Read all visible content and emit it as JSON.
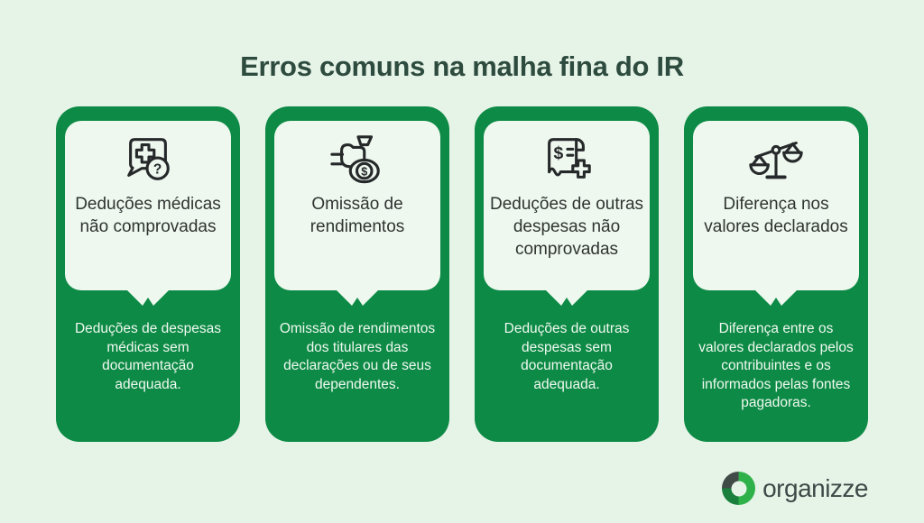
{
  "page": {
    "title": "Erros comuns na malha fina do IR"
  },
  "colors": {
    "background": "#e6f3e7",
    "card_green": "#0d8a45",
    "panel_mint": "#eef8ef",
    "title_dark_green": "#2d4b3e",
    "card_title_text": "#303431",
    "card_body_text": "#f0f9f1",
    "icon_stroke": "#26292a",
    "logo_text": "#3d4a48",
    "logo_bright_green": "#2fb14a",
    "logo_dark_green": "#1a7e3d",
    "logo_charcoal": "#404b47"
  },
  "cards": [
    {
      "icon": "chat-medical-question-icon",
      "title": "Deduções médicas não comprovadas",
      "description": "Deduções de despesas médicas sem documentação adequada."
    },
    {
      "icon": "hand-holding-money-bag-icon",
      "title": "Omissão de rendimentos",
      "description": "Omissão de rendimentos dos titulares das declarações ou de seus dependentes."
    },
    {
      "icon": "receipt-medical-icon",
      "title": "Deduções de outras despesas não comprovadas",
      "description": "Deduções de outras despesas sem documentação adequada."
    },
    {
      "icon": "balance-scale-icon",
      "title": "Diferença nos valores declarados",
      "description": "Diferença entre os valores declarados pelos contribuintes e os informados pelas fontes pagadoras."
    }
  ],
  "glyphs": {
    "question_mark": "?",
    "dollar": "$"
  },
  "logo": {
    "wordmark": "organizze"
  }
}
